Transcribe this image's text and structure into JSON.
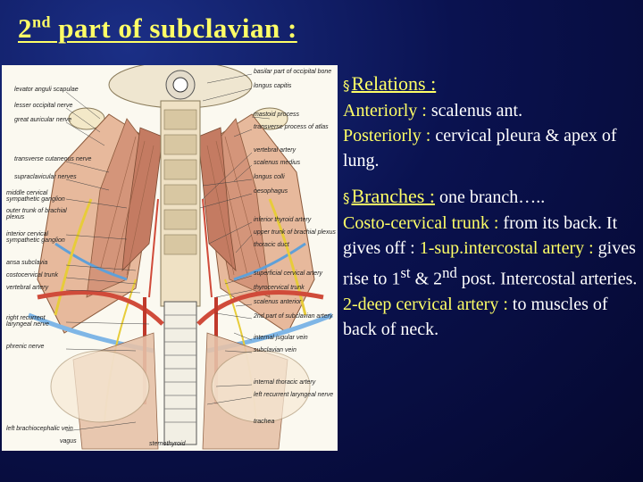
{
  "slide": {
    "title_pre": "2",
    "title_sup": "nd",
    "title_post": " part  of subclavian :"
  },
  "figure": {
    "labels_left": [
      "levator anguli scapulae",
      "lesser occipital nerve",
      "great auricular nerve",
      "transverse cutaneous nerve",
      "supraclavicular nerves",
      "middle cervical sympathetic ganglion",
      "outer trunk of brachial plexus",
      "interior cervical sympathetic ganglion",
      "ansa subclavia",
      "costocervical trunk",
      "vertebral artery",
      "right recurrent laryngeal nerve",
      "phrenic nerve",
      "left brachiocephalic vein",
      "vagus",
      "sternothyroid"
    ],
    "labels_right": [
      "basilar part of occipital bone",
      "longus capitis",
      "mastoid process",
      "transverse process of atlas",
      "vertebral artery",
      "scalenus medius",
      "longus colli",
      "oesophagus",
      "inferior thyroid artery",
      "upper trunk of brachial plexus",
      "thoracic duct",
      "superficial cervical artery",
      "thyrocervical trunk",
      "scalenus anterior",
      "2nd part of subclavian artery",
      "internal jugular vein",
      "subclavian vein",
      "internal thoracic artery",
      "left recurrent laryngeal nerve",
      "trachea"
    ]
  },
  "content": {
    "bullet_symbol": "§",
    "relations_heading": "Relations :",
    "anterior_label": "Anteriorly :",
    "anterior_text": "  scalenus ant.",
    "posterior_label": "Posteriorly :",
    "posterior_text": "  cervical pleura & apex of lung.",
    "branches_heading": "Branches :",
    "branches_text": "   one branch…..",
    "costo_label": "Costo-cervical  trunk :",
    "costo_text": " from its back. It gives off :",
    "sup_label": "1-sup.intercostal artery :",
    "sup_text_1": " gives rise to 1",
    "sup_sup_1": "st",
    "sup_text_2": " & 2",
    "sup_sup_2": "nd",
    "sup_text_3": " post. Intercostal arteries.   ",
    "deep_label": "2-deep cervical artery :",
    "deep_text": " to muscles of back of neck."
  },
  "colors": {
    "title": "#ffff66",
    "body_text": "#ffffff",
    "background": "#0a1250"
  }
}
